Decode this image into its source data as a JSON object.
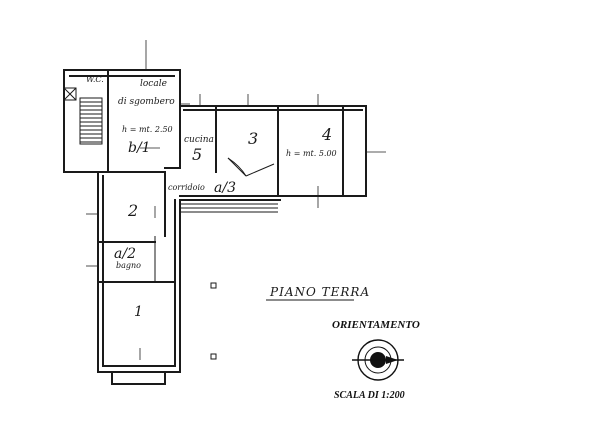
{
  "plan": {
    "title": "PIANO TERRA",
    "orientation_label": "ORIENTAMENTO",
    "scale_label": "SCALA DI 1:200"
  },
  "rooms": {
    "wc": "W.C.",
    "locale_line1": "locale",
    "locale_line2": "di sgombero",
    "height_small": "h = mt. 2.50",
    "room_b1": "b/1",
    "cucina": "cucina",
    "room_5": "5",
    "room_3": "3",
    "room_4": "4",
    "height_large": "h = mt. 5.00",
    "corridoio": "corridoio",
    "room_a3": "a/3",
    "room_2": "2",
    "room_a2": "a/2",
    "bagno": "bagno",
    "room_1": "1"
  }
}
